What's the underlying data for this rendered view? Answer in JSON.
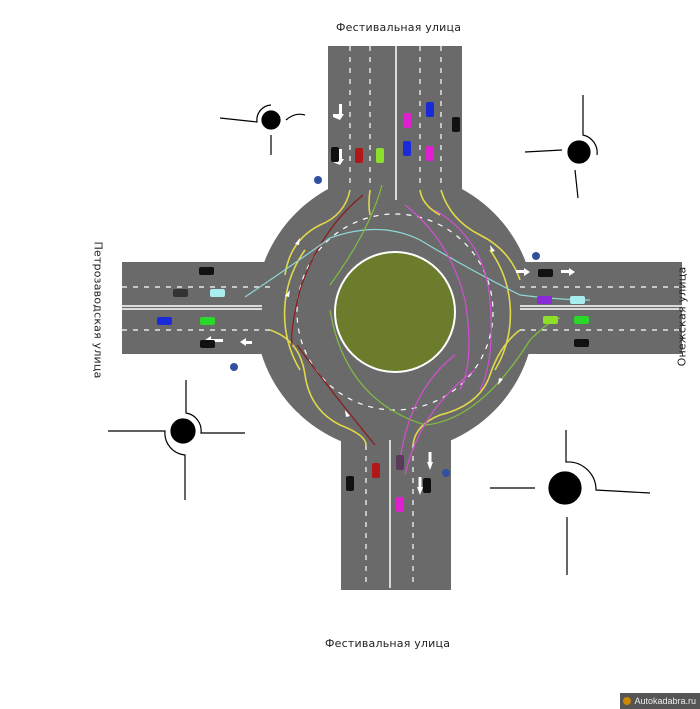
{
  "streets": {
    "top": "Фестивальная улица",
    "bottom": "Фестивальная улица",
    "left": "Петрозаводская улица",
    "right": "Онежская улица"
  },
  "watermark": "Autokadabra.ru",
  "colors": {
    "asphalt": "#6a6a6a",
    "island": "#6b7d2c",
    "lane_yellow": "#e0d84a",
    "marking_white": "#ffffff",
    "path_red": "#8b1a1a",
    "path_cyan": "#8fd6d6",
    "path_green": "#7fbf3f",
    "path_magenta": "#d24fd2"
  },
  "icons": {
    "roundabout_sign": "roundabout-sign-icon",
    "lane_arrow": "lane-arrow-icon",
    "car": "car-icon",
    "scheme": "roundabout-scheme-icon"
  }
}
